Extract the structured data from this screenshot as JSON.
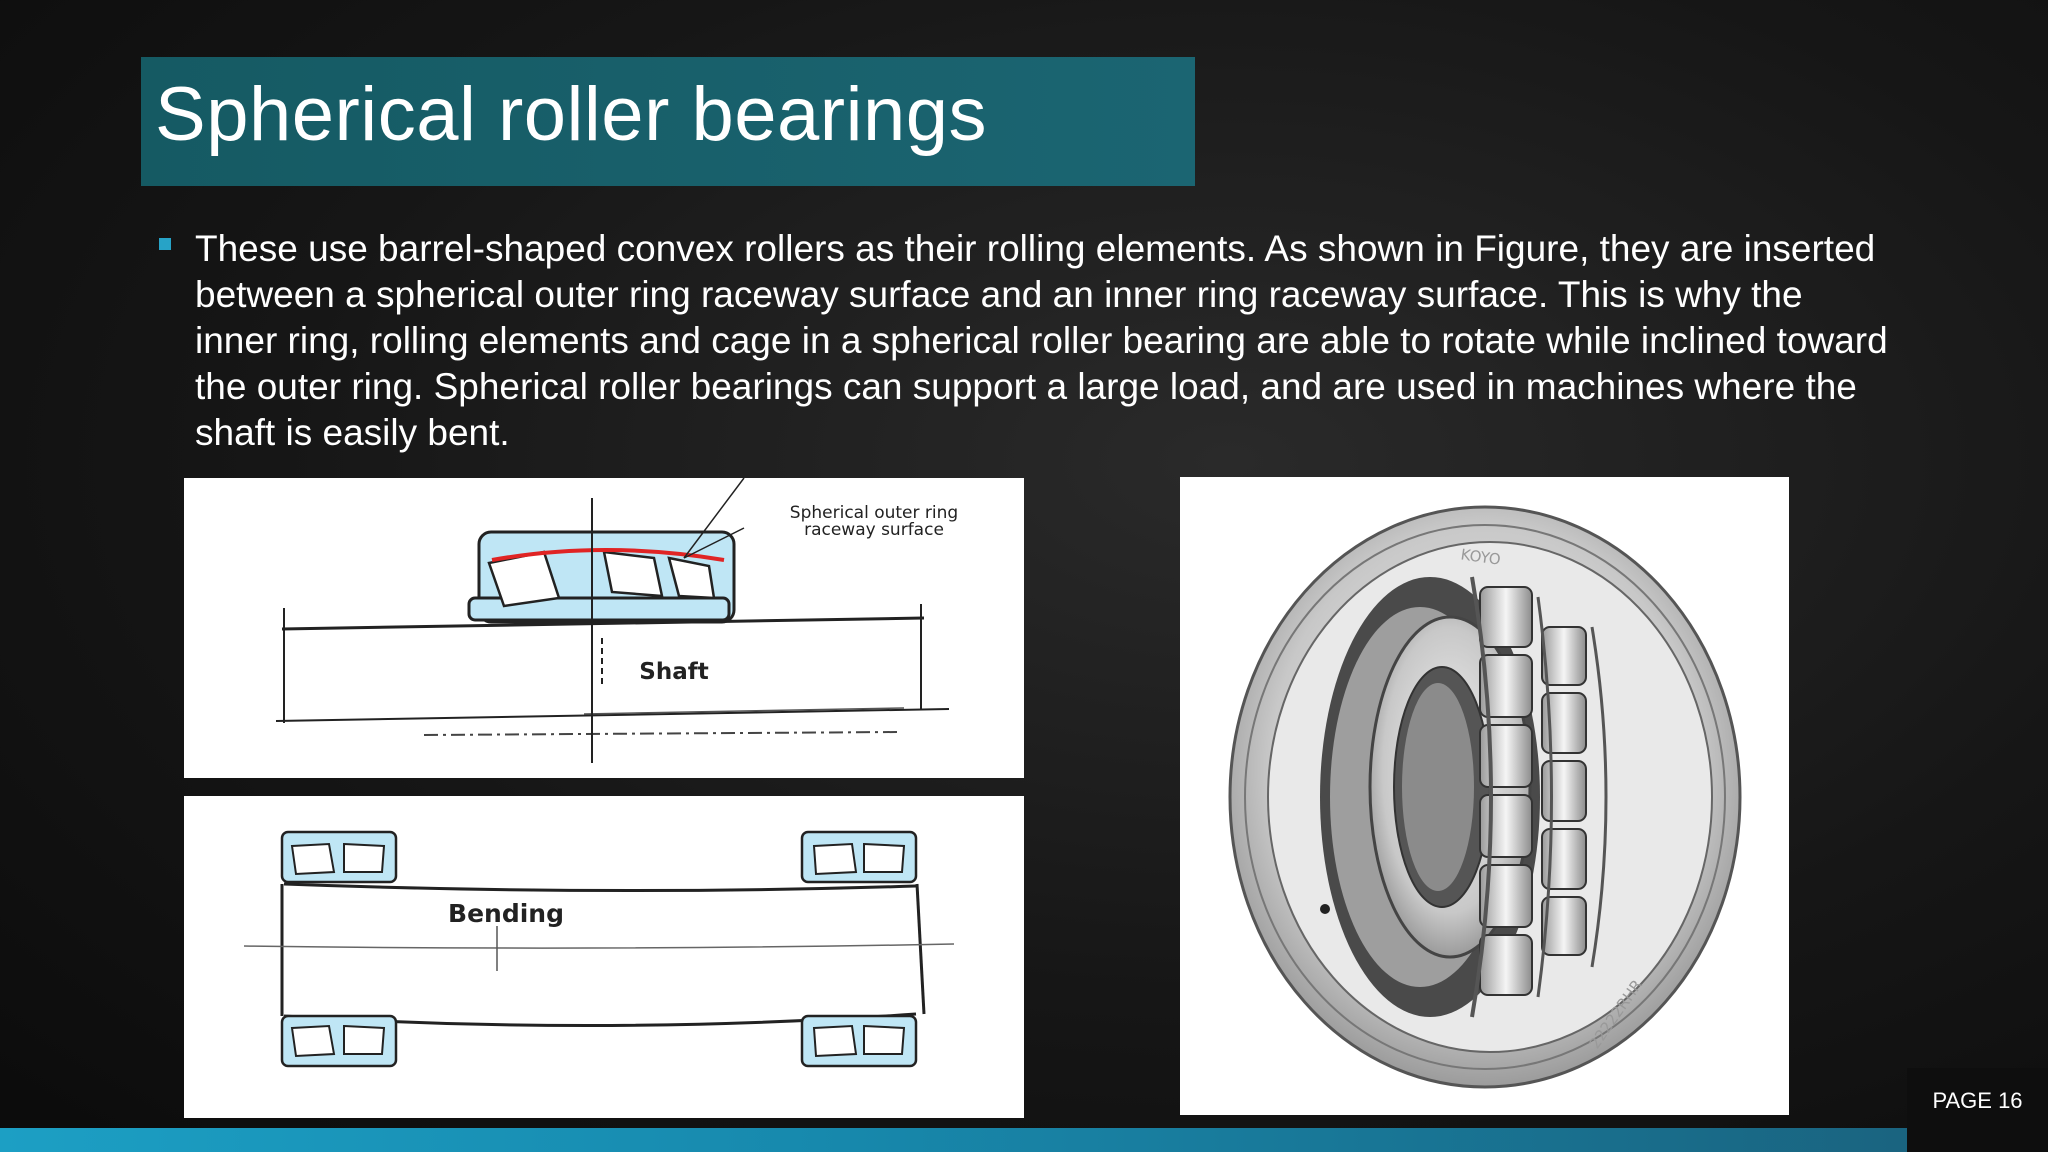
{
  "slide": {
    "title": "Spherical roller bearings",
    "bullet": "These use barrel-shaped convex rollers as their rolling elements. As shown in Figure, they are inserted between a spherical outer ring raceway surface and an inner ring raceway surface. This is why the inner ring, rolling elements and cage in a spherical roller bearing are able to rotate while inclined toward the outer ring. Spherical roller bearings can support a large load, and are used in machines where the shaft is easily bent.",
    "page_label": "PAGE 16"
  },
  "figures": {
    "top": {
      "callout": "Spherical outer ring raceway surface",
      "callout_line1": "Spherical outer ring",
      "callout_line2": "raceway surface",
      "shaft_label": "Shaft"
    },
    "bottom": {
      "bending_label": "Bending"
    },
    "photo": {
      "brand_marks": [
        "KOYO",
        "22222RHR"
      ]
    }
  },
  "colors": {
    "title_bg": "#1b6572",
    "accent": "#27a3c7",
    "bearing_fill": "#bfe6f5",
    "raceway_highlight": "#e02424"
  }
}
